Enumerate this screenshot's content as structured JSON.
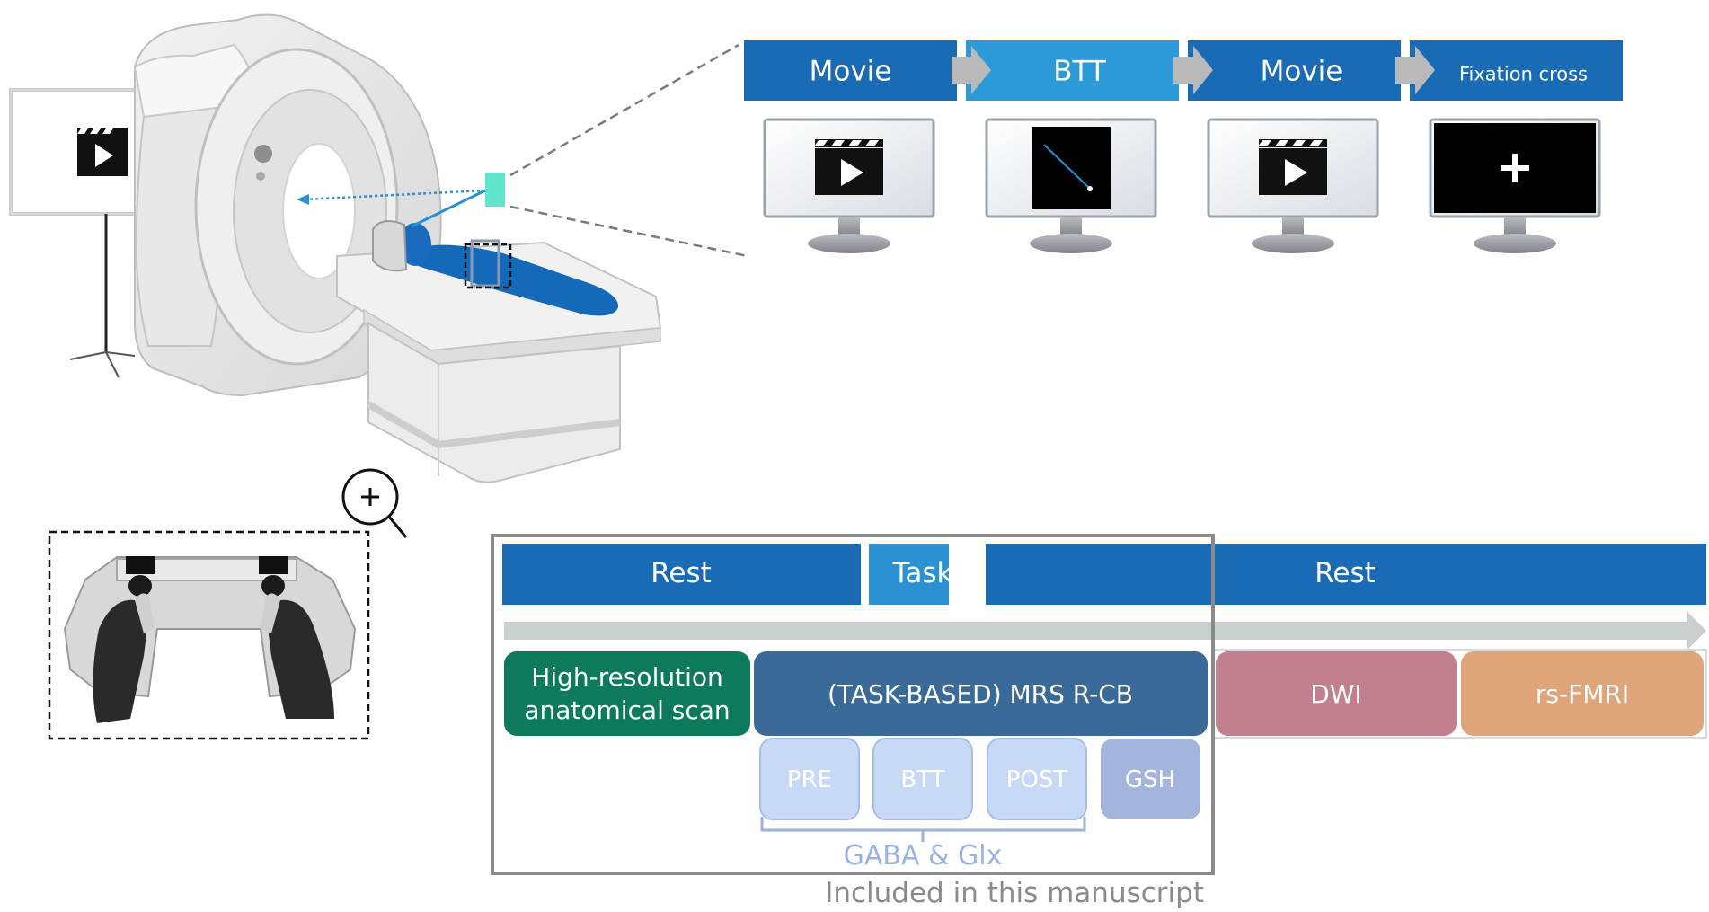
{
  "task_sequence": {
    "steps": [
      {
        "label": "Movie",
        "color": "#1a6bb5"
      },
      {
        "label": "BTT",
        "color": "#2b9ad6"
      },
      {
        "label": "Movie",
        "color": "#1a6bb5"
      },
      {
        "label": "Fixation cross",
        "color": "#1a6bb5"
      }
    ],
    "screens": [
      "clapper-icon",
      "btt-line-icon",
      "clapper-icon",
      "fixation-cross-icon"
    ],
    "fixation_symbol": "+"
  },
  "timeline": {
    "phases": [
      {
        "label": "Rest",
        "color": "#1a6bb5"
      },
      {
        "label": "Task",
        "color": "#2b91d3"
      },
      {
        "label": "Rest",
        "color": "#1a6bb5"
      }
    ],
    "scans": [
      {
        "label_line1": "High-resolution",
        "label_line2": "anatomical scan",
        "color": "#0e7a5c"
      },
      {
        "label": "(TASK-BASED) MRS R-CB",
        "color": "#3a6a98"
      },
      {
        "label": "DWI",
        "color": "#c2808f"
      },
      {
        "label": "rs-FMRI",
        "color": "#dfa57a"
      }
    ],
    "sub_scans": [
      {
        "label": "PRE",
        "color": "#c8d9f6"
      },
      {
        "label": "BTT",
        "color": "#c8d9f6"
      },
      {
        "label": "POST",
        "color": "#c8d9f6"
      },
      {
        "label": "GSH",
        "color": "#a3b5dd"
      }
    ],
    "bracket_label": "GABA & Glx",
    "included_label": "Included in this manuscript"
  },
  "colors": {
    "dark_blue": "#1a6bb5",
    "light_blue": "#2b9ad6",
    "arrow_grey": "#c9cfcc",
    "frame_grey": "#8a8a8a"
  },
  "icons": [
    "mri-scanner-icon",
    "projection-screen-icon",
    "mirror-icon",
    "magnifier-plus-icon",
    "hand-device-icon"
  ]
}
